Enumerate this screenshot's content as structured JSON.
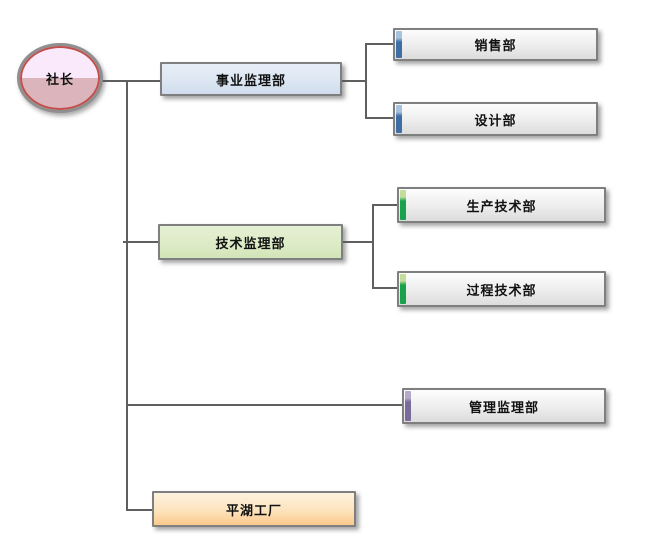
{
  "org": {
    "root": {
      "label": "社长"
    },
    "children": [
      {
        "label": "事业监理部",
        "children": [
          {
            "label": "销售部"
          },
          {
            "label": "设计部"
          }
        ]
      },
      {
        "label": "技术监理部",
        "children": [
          {
            "label": "生产技术部"
          },
          {
            "label": "过程技术部"
          }
        ]
      },
      {
        "label": "管理监理部",
        "children": []
      },
      {
        "label": "平湖工厂",
        "children": []
      }
    ]
  },
  "colors": {
    "connector": "#5f5f5f",
    "box_border": "#7f7f7f",
    "root_ring": "#c0504d",
    "root_fill_top": "#fae9fa",
    "root_fill_bottom": "#dcb4bc",
    "business_fill": "#dce6f2",
    "tech_fill": "#dcebc5",
    "factory_fill_top": "#fdf2df",
    "factory_fill_bottom": "#fbc98b",
    "accent_blue": "#3f6ea5",
    "accent_blue_cap": "#a8c2de",
    "accent_green": "#18a24b",
    "accent_green_cap": "#c3dd9d",
    "accent_purple": "#7a6b9d",
    "accent_purple_cap": "#b5abc9"
  }
}
